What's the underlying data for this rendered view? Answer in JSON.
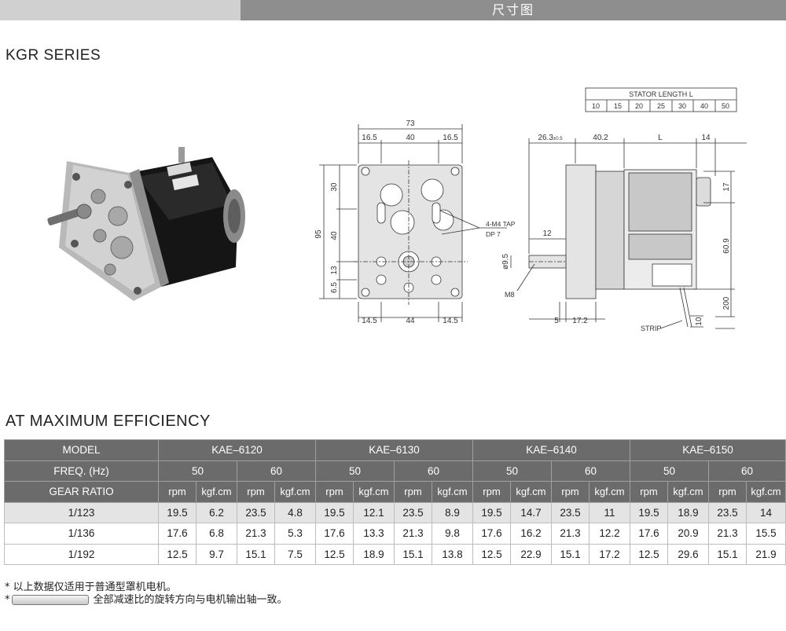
{
  "header": {
    "title": "尺寸图"
  },
  "series_title": "KGR SERIES",
  "drawing": {
    "stator_label": "STATOR LENGTH L",
    "stator_lengths": [
      "10",
      "15",
      "20",
      "25",
      "30",
      "40",
      "50"
    ],
    "front": {
      "width": "73",
      "left_off": "16.5",
      "center": "40",
      "right_off": "16.5",
      "height": "95",
      "v1": "30",
      "v2": "40",
      "v3": "13",
      "v4": "6.5",
      "bot_left": "14.5",
      "bot_center": "44",
      "bot_right": "14.5",
      "tap_line1": "4-M4 TAP",
      "tap_line2": "DP 7"
    },
    "side": {
      "d1": "26.3",
      "d1_tol": "±0.5",
      "d2": "40.2",
      "dL": "L",
      "d3": "14",
      "v17": "17",
      "v609": "60.9",
      "v200": "200",
      "v10": "10",
      "shaft_len": "12",
      "shaft_dia": "ø9.5",
      "thread": "M8",
      "b5": "5",
      "b172": "17.2",
      "strip": "STRIP"
    }
  },
  "section_title": "AT MAXIMUM  EFFICIENCY",
  "table": {
    "model_label": "MODEL",
    "freq_label": "FREQ. (Hz)",
    "gear_label": "GEAR  RATIO",
    "models": [
      "KAE–6120",
      "KAE–6130",
      "KAE–6140",
      "KAE–6150"
    ],
    "freqs": [
      "50",
      "60",
      "50",
      "60",
      "50",
      "60",
      "50",
      "60"
    ],
    "units": [
      "rpm",
      "kgf.cm",
      "rpm",
      "kgf.cm",
      "rpm",
      "kgf.cm",
      "rpm",
      "kgf.cm",
      "rpm",
      "kgf.cm",
      "rpm",
      "kgf.cm",
      "rpm",
      "kgf.cm",
      "rpm",
      "kgf.cm"
    ],
    "rows": [
      {
        "ratio": "1/123",
        "values": [
          "19.5",
          "6.2",
          "23.5",
          "4.8",
          "19.5",
          "12.1",
          "23.5",
          "8.9",
          "19.5",
          "14.7",
          "23.5",
          "11",
          "19.5",
          "18.9",
          "23.5",
          "14"
        ]
      },
      {
        "ratio": "1/136",
        "values": [
          "17.6",
          "6.8",
          "21.3",
          "5.3",
          "17.6",
          "13.3",
          "21.3",
          "9.8",
          "17.6",
          "16.2",
          "21.3",
          "12.2",
          "17.6",
          "20.9",
          "21.3",
          "15.5"
        ]
      },
      {
        "ratio": "1/192",
        "values": [
          "12.5",
          "9.7",
          "15.1",
          "7.5",
          "12.5",
          "18.9",
          "15.1",
          "13.8",
          "12.5",
          "22.9",
          "15.1",
          "17.2",
          "12.5",
          "29.6",
          "15.1",
          "21.9"
        ]
      }
    ]
  },
  "notes": {
    "note1": "* 以上数据仅适用于普通型罩机电机。",
    "note2_prefix": "*",
    "note2": "全部减速比的旋转方向与电机输出轴一致。"
  }
}
